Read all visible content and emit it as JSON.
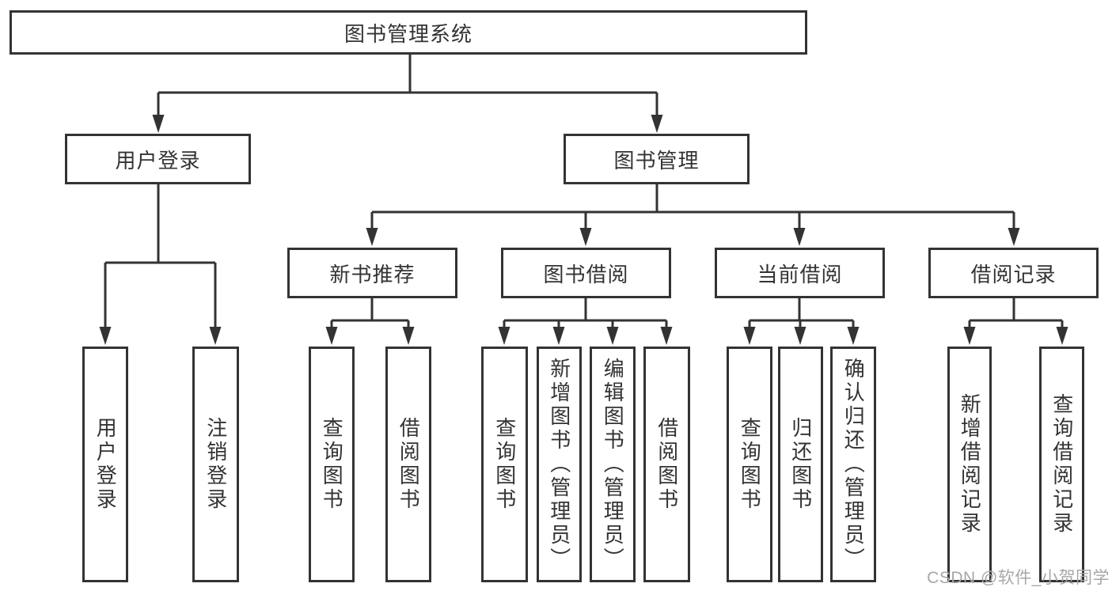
{
  "diagram": {
    "root": {
      "label": "图书管理系统"
    },
    "level2": {
      "user_login": {
        "label": "用户登录"
      },
      "book_mgmt": {
        "label": "图书管理"
      }
    },
    "level3": {
      "new_books": {
        "label": "新书推荐"
      },
      "borrow": {
        "label": "图书借阅"
      },
      "current": {
        "label": "当前借阅"
      },
      "records": {
        "label": "借阅记录"
      }
    },
    "leaves": {
      "user_login": [
        "用户登录",
        "注销登录"
      ],
      "new_books": [
        "查询图书",
        "借阅图书"
      ],
      "borrow": [
        "查询图书",
        "新增图书（管理员）",
        "编辑图书（管理员）",
        "借阅图书"
      ],
      "current": [
        "查询图书",
        "归还图书",
        "确认归还（管理员）"
      ],
      "records": [
        "新增借阅记录",
        "查询借阅记录"
      ]
    },
    "watermark": "CSDN @软件_小贺同学",
    "colors": {
      "line": "#333333",
      "text": "#333333",
      "box_background": "#ffffff",
      "watermark": "#a9a6a6",
      "background": "#ffffff"
    }
  }
}
